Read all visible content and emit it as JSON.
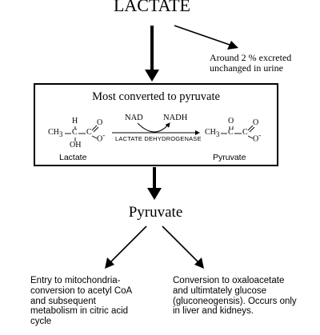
{
  "header": {
    "title": "LACTATE"
  },
  "side_note": {
    "lines": [
      "Around 2 % excreted",
      "unchanged in urine"
    ]
  },
  "reaction_box": {
    "title": "Most converted to pyruvate",
    "cofactor_in": "NAD",
    "cofactor_out": "NADH",
    "enzyme": "LACTATE DEHYDROGENASE",
    "substrate_label": "Lactate",
    "product_label": "Pyruvate",
    "lactate_formula": {
      "h_top": "H",
      "ch3": "CH",
      "sub3": "3",
      "c_main": "C",
      "c_acid": "C",
      "o_dbl": "O",
      "o_neg": "O",
      "minus": "-",
      "oh": "OH"
    },
    "pyruvate_formula": {
      "o_top": "O",
      "ch3": "CH",
      "sub3": "3",
      "c_main": "C",
      "c_acid": "C",
      "o_dbl": "O",
      "o_neg": "O",
      "minus": "-"
    }
  },
  "middle": {
    "title": "Pyruvate"
  },
  "fates": {
    "left": "Entry to mitochondria- conversion to acetyl CoA and subsequent metabolism in citric acid cycle",
    "right": "Conversion to oxaloacetate and ultimtately glucose (gluconeogensis). Occurs only in liver and kidneys."
  },
  "colors": {
    "ink": "#000000",
    "background": "#ffffff"
  }
}
